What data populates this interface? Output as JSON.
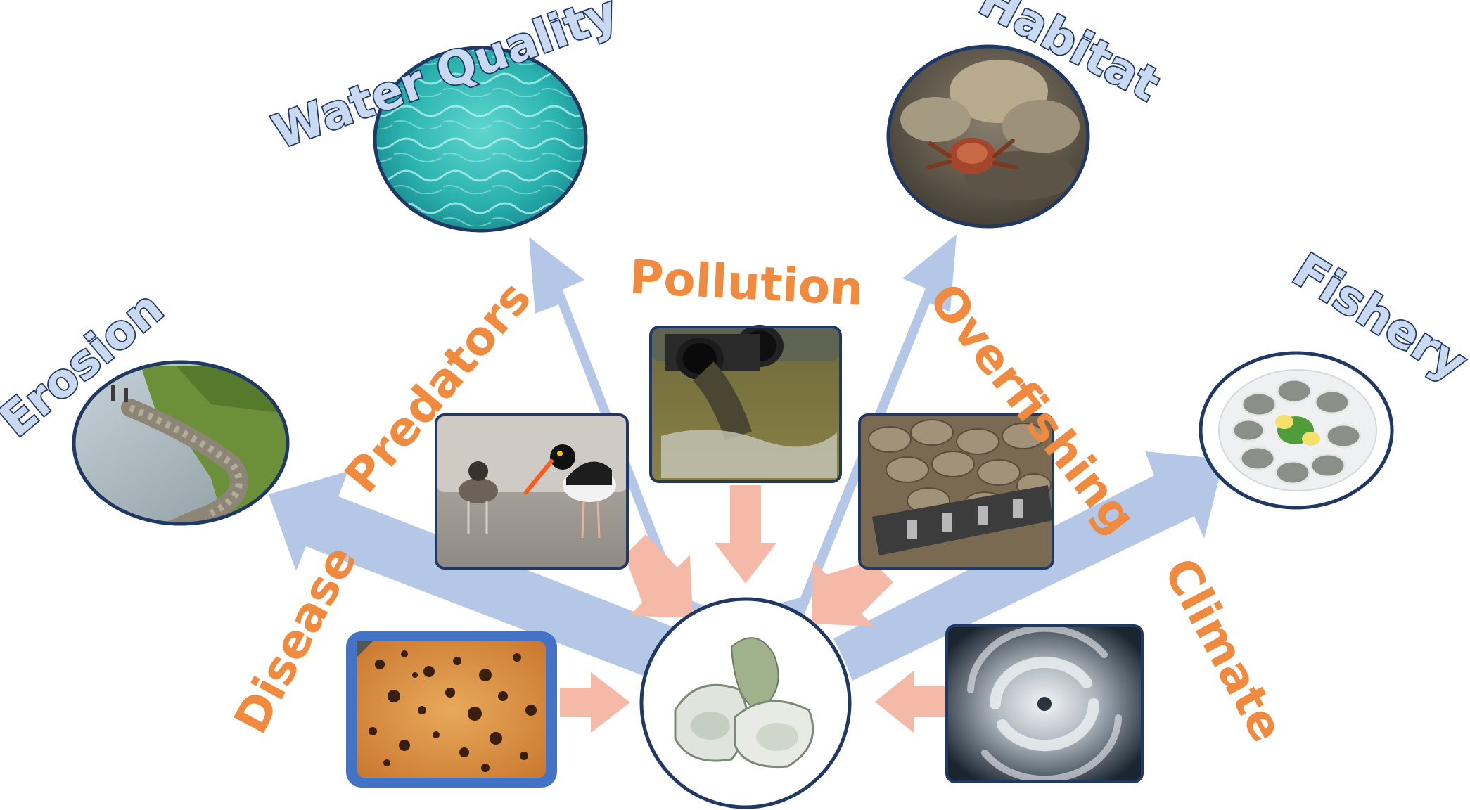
{
  "benefits": {
    "water_quality": "Water Quality",
    "habitat": "Habitat",
    "erosion": "Erosion",
    "fishery": "Fishery"
  },
  "stressors": {
    "pollution": "Pollution",
    "predators": "Predators",
    "overfishing": "Overfishing",
    "disease": "Disease",
    "climate": "Climate"
  },
  "colors": {
    "benefit_arrow": "#b4c7e7",
    "stressor_arrow": "#f4b9a7",
    "benefit_label_fill": "#c9d9f1",
    "benefit_label_outline": "#1f3864",
    "stressor_label": "#f08a3e",
    "frame": "#1f3864",
    "disease_frame": "#4472c4"
  },
  "icons": {
    "center": "oyster-icon",
    "water_quality": "water-surface-icon",
    "habitat": "crab-on-oysters-icon",
    "erosion": "shoreline-reef-icon",
    "fishery": "oyster-platter-icon",
    "pollution": "sewage-pipe-icon",
    "predators": "oystercatcher-bird-icon",
    "overfishing": "oyster-harvest-icon",
    "disease": "infected-tissue-icon",
    "climate": "hurricane-icon"
  }
}
